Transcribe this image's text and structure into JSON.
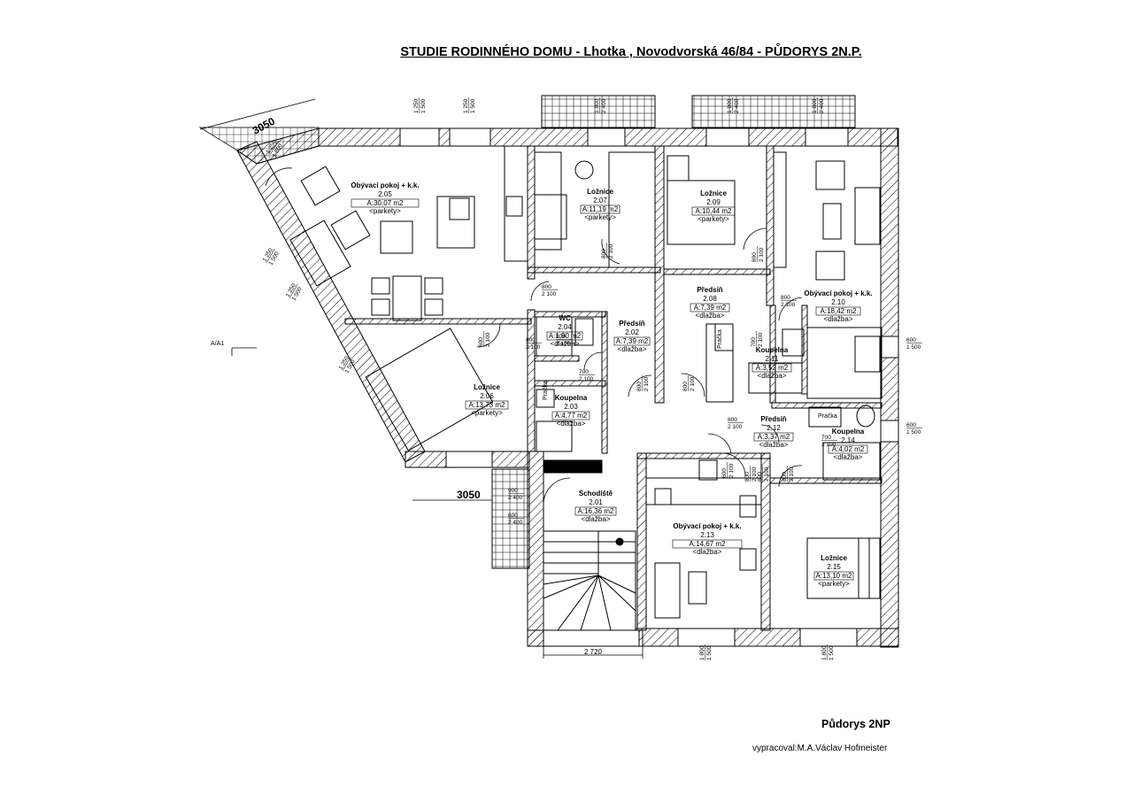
{
  "title": "STUDIE RODINNÉHO DOMU - Lhotka , Novodvorská 46/84 - PŮDORYS 2N.P.",
  "sheet_title": "Půdorys 2NP",
  "author": "vypracoval:M.A.Václav Hofmeister",
  "section_mark": "A/A1",
  "colors": {
    "line": "#000000",
    "hatch": "#000000",
    "background": "#ffffff"
  },
  "rooms": [
    {
      "id": "r205",
      "name": "Obývací pokoj + k.k.",
      "number": "2.05",
      "area": "A:30,07 m2",
      "floor": "<parkety>"
    },
    {
      "id": "r207",
      "name": "Ložnice",
      "number": "2.07",
      "area": "A:11,19 m2",
      "floor": "<parkety>"
    },
    {
      "id": "r209",
      "name": "Ložnice",
      "number": "2.09",
      "area": "A:10,44 m2",
      "floor": "<parkety>"
    },
    {
      "id": "r210",
      "name": "Obývací pokoj + k.k.",
      "number": "2.10",
      "area": "A:18,42 m2",
      "floor": "<dlažba>"
    },
    {
      "id": "r208",
      "name": "Předsíň",
      "number": "2.08",
      "area": "A:7,39 m2",
      "floor": "<dlažba>"
    },
    {
      "id": "r204",
      "name": "WC",
      "number": "2.04",
      "area": "A:1,90 m2",
      "floor": "<dlažba>"
    },
    {
      "id": "r202",
      "name": "Předsíň",
      "number": "2.02",
      "area": "A:7,39 m2",
      "floor": "<dlažba>"
    },
    {
      "id": "r211",
      "name": "Koupelna",
      "number": "2.11",
      "area": "A:3,52 m2",
      "floor": "<dlažba>"
    },
    {
      "id": "r206",
      "name": "Ložnice",
      "number": "2.06",
      "area": "A:13,73 m2",
      "floor": "<parkety>"
    },
    {
      "id": "r203",
      "name": "Koupelna",
      "number": "2.03",
      "area": "A:4,77 m2",
      "floor": "<dlažba>"
    },
    {
      "id": "r212",
      "name": "Předsíň",
      "number": "2.12",
      "area": "A:3,37 m2",
      "floor": "<dlažba>"
    },
    {
      "id": "r214",
      "name": "Koupelna",
      "number": "2.14",
      "area": "A:4,02 m2",
      "floor": "<dlažba>"
    },
    {
      "id": "r201",
      "name": "Schodiště",
      "number": "2.01",
      "area": "A:16,36 m2",
      "floor": "<dlažba>"
    },
    {
      "id": "r213",
      "name": "Obývací pokoj + k.k.",
      "number": "2.13",
      "area": "A:14,67 m2",
      "floor": "<dlažba>"
    },
    {
      "id": "r215",
      "name": "Ložnice",
      "number": "2.15",
      "area": "A:13,10 m2",
      "floor": "<parkety>"
    }
  ],
  "dimensions": {
    "d3050_top": "3050",
    "d3050_bottom": "3050",
    "d2720": "2 720"
  },
  "window_marks": [
    {
      "id": "wm1",
      "top": "1 250",
      "bottom": "1 500"
    },
    {
      "id": "wm2",
      "top": "1 250",
      "bottom": "1 500"
    },
    {
      "id": "wm3",
      "top": "1 800",
      "bottom": "2 400"
    },
    {
      "id": "wm4",
      "top": "1 800",
      "bottom": "2 400"
    },
    {
      "id": "wm5",
      "top": "1 800",
      "bottom": "2 400"
    },
    {
      "id": "wm6",
      "top": "1 250",
      "bottom": "1 500"
    },
    {
      "id": "wm7",
      "top": "1 250",
      "bottom": "1 500"
    },
    {
      "id": "wm8",
      "top": "1 250",
      "bottom": "1 500"
    },
    {
      "id": "wm9",
      "top": "600",
      "bottom": "1 500"
    },
    {
      "id": "wm10",
      "top": "600",
      "bottom": "1 500"
    },
    {
      "id": "wm11",
      "top": "1 800",
      "bottom": "1 500"
    },
    {
      "id": "wm12",
      "top": "1 800",
      "bottom": "1 500"
    },
    {
      "id": "wm13",
      "top": "1 250",
      "bottom": "1 500"
    },
    {
      "id": "wm14",
      "top": "900",
      "bottom": "2 400"
    },
    {
      "id": "wm15",
      "top": "600",
      "bottom": "2 400"
    }
  ],
  "door_marks": [
    {
      "id": "dm1",
      "top": "800",
      "bottom": "2 100"
    },
    {
      "id": "dm2",
      "top": "800",
      "bottom": "2 100"
    },
    {
      "id": "dm3",
      "top": "800",
      "bottom": "2 100"
    },
    {
      "id": "dm4",
      "top": "800",
      "bottom": "2 100"
    },
    {
      "id": "dm5",
      "top": "800",
      "bottom": "2 100"
    },
    {
      "id": "dm6",
      "top": "600",
      "bottom": "2 100"
    },
    {
      "id": "dm7",
      "top": "700",
      "bottom": "2 100"
    },
    {
      "id": "dm8",
      "top": "700",
      "bottom": "2 100"
    },
    {
      "id": "dm9",
      "top": "800",
      "bottom": "2 100"
    },
    {
      "id": "dm10",
      "top": "800",
      "bottom": "2 100"
    },
    {
      "id": "dm11",
      "top": "800",
      "bottom": "2 100"
    },
    {
      "id": "dm12",
      "top": "700",
      "bottom": "2 100"
    },
    {
      "id": "dm13",
      "top": "800",
      "bottom": "2 100"
    },
    {
      "id": "dm14",
      "top": "800",
      "bottom": "2 100"
    },
    {
      "id": "dm15",
      "top": "800",
      "bottom": "2 100"
    },
    {
      "id": "dm16",
      "top": "600",
      "bottom": "2 100"
    },
    {
      "id": "dm17",
      "top": "600",
      "bottom": "2 100"
    }
  ],
  "appliance_labels": {
    "pracka1": "Pračka",
    "pracka2": "Pračka",
    "pracka3": "Pračka"
  }
}
